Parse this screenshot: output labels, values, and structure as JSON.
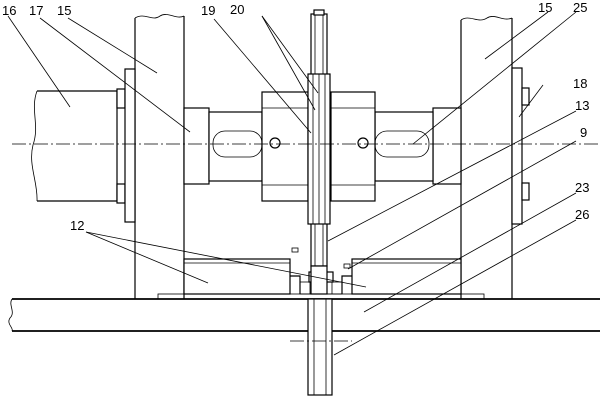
{
  "labels": {
    "l16": "16",
    "l17": "17",
    "l15_left": "15",
    "l19": "19",
    "l20": "20",
    "l15_right": "15",
    "l25": "25",
    "l18": "18",
    "l13": "13",
    "l9": "9",
    "l23": "23",
    "l26": "26",
    "l12": "12"
  },
  "colors": {
    "line": "#000000",
    "background": "#ffffff"
  }
}
